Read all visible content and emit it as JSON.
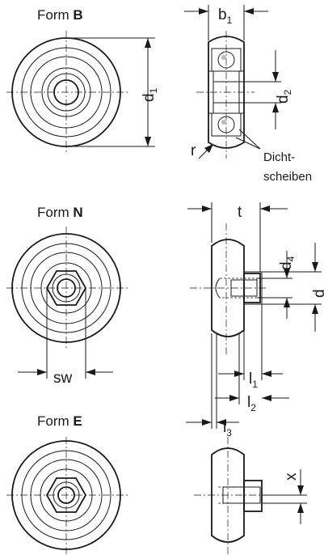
{
  "forms": [
    {
      "prefix": "Form ",
      "letter": "B"
    },
    {
      "prefix": "Form ",
      "letter": "N"
    },
    {
      "prefix": "Form ",
      "letter": "E"
    }
  ],
  "dimensions": {
    "b1": {
      "base": "b",
      "sub": "1"
    },
    "d1": {
      "base": "d",
      "sub": "1"
    },
    "d2": {
      "base": "d",
      "sub": "2"
    },
    "r": {
      "base": "r",
      "sub": ""
    },
    "t": {
      "base": "t",
      "sub": ""
    },
    "d4": {
      "base": "d",
      "sub": "4"
    },
    "d": {
      "base": "d",
      "sub": ""
    },
    "sw": {
      "base": "sw",
      "sub": ""
    },
    "l1": {
      "base": "l",
      "sub": "1"
    },
    "l2": {
      "base": "l",
      "sub": "2"
    },
    "l3": {
      "base": "l",
      "sub": "3"
    },
    "x": {
      "base": "x",
      "sub": ""
    }
  },
  "seal_note": [
    "Dicht-",
    "scheiben"
  ],
  "colors": {
    "line": "#1a1a1a",
    "wheel": "#e6e6e6",
    "hub": "#bdbdbd",
    "ball": "#555555",
    "bore": "#f4f4f4"
  }
}
